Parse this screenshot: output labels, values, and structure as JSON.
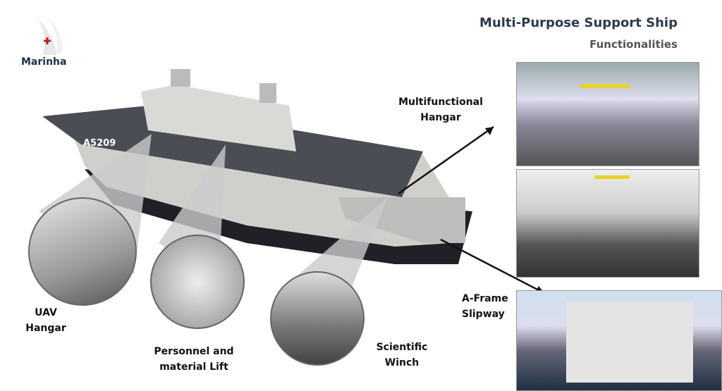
{
  "header": {
    "title": "Multi-Purpose Support Ship",
    "subtitle": "Functionalities"
  },
  "logo": {
    "text": "Marinha"
  },
  "ship": {
    "hull_number": "A5209"
  },
  "callouts": {
    "uav": [
      "UAV",
      "Hangar"
    ],
    "lift": [
      "Personnel and",
      "material Lift"
    ],
    "winch": [
      "Scientific",
      "Winch"
    ],
    "hangar": [
      "Multifunctional",
      "Hangar"
    ],
    "aframe": [
      "A-Frame",
      "Slipway"
    ]
  },
  "colors": {
    "title": "#2b3a4e",
    "subtitle": "#555555",
    "accent": "#e8d42a"
  }
}
